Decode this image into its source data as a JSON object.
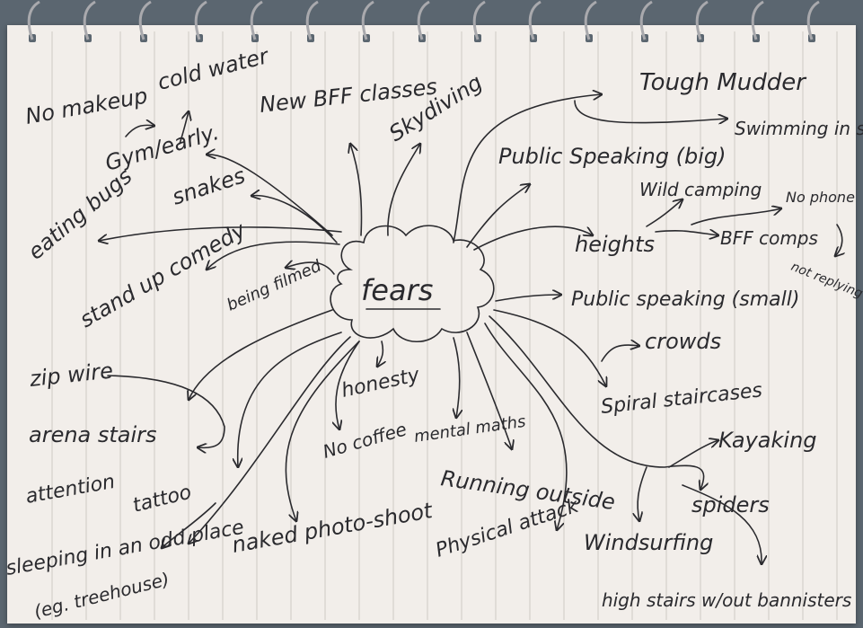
{
  "diagram": {
    "center": "fears",
    "nodes": {
      "no_makeup": "No makeup",
      "cold_water": "cold water",
      "new_bff_classes": "New BFF classes",
      "skydiving": "Skydiving",
      "tough_mudder": "Tough Mudder",
      "swimming_in_sea": "Swimming in sea",
      "gym_early": "Gym/early.",
      "public_speaking_big": "Public Speaking (big)",
      "snakes": "snakes",
      "wild_camping": "Wild camping",
      "no_phone": "No phone",
      "eating_bugs": "eating bugs",
      "heights": "heights",
      "bff_comps": "BFF comps",
      "not_replying": "not replying",
      "stand_up_comedy": "stand up comedy",
      "being_filmed": "being filmed",
      "public_speaking_small": "Public speaking (small)",
      "crowds": "crowds",
      "zip_wire": "zip wire",
      "honesty": "honesty",
      "spiral_staircases": "Spiral staircases",
      "arena_stairs": "arena stairs",
      "no_coffee": "No coffee",
      "mental_maths": "mental maths",
      "kayaking": "Kayaking",
      "attention": "attention",
      "running_outside": "Running outside",
      "tattoo": "tattoo",
      "spiders": "spiders",
      "naked_photo_shoot": "naked photo-shoot",
      "sleeping_odd_place": "sleeping in an odd place",
      "eg_treehouse": "(eg. treehouse)",
      "physical_attack": "Physical attack",
      "windsurfing": "Windsurfing",
      "high_stairs_without_banisters": "high stairs w/out bannisters"
    }
  }
}
